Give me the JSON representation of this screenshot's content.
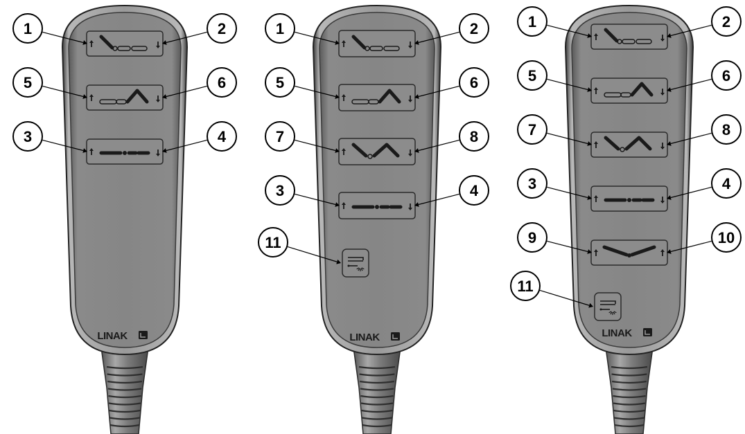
{
  "brand": "LINAK",
  "remotes": [
    {
      "id": "remote-a",
      "buttons": [
        {
          "symbol": "backrest",
          "left": "1",
          "right": "2",
          "right_arrow": "down"
        },
        {
          "symbol": "legrest",
          "left": "5",
          "right": "6",
          "right_arrow": "down"
        },
        {
          "symbol": "height",
          "left": "3",
          "right": "4",
          "right_arrow": "down"
        }
      ],
      "light_button": null
    },
    {
      "id": "remote-b",
      "buttons": [
        {
          "symbol": "backrest",
          "left": "1",
          "right": "2",
          "right_arrow": "down"
        },
        {
          "symbol": "legrest",
          "left": "5",
          "right": "6",
          "right_arrow": "down"
        },
        {
          "symbol": "combined",
          "left": "7",
          "right": "8",
          "right_arrow": "down"
        },
        {
          "symbol": "height",
          "left": "3",
          "right": "4",
          "right_arrow": "down"
        }
      ],
      "light_button": {
        "label": "11",
        "icon": "underbed-light-icon"
      }
    },
    {
      "id": "remote-c",
      "buttons": [
        {
          "symbol": "backrest",
          "left": "1",
          "right": "2",
          "right_arrow": "down"
        },
        {
          "symbol": "legrest",
          "left": "5",
          "right": "6",
          "right_arrow": "down"
        },
        {
          "symbol": "combined",
          "left": "7",
          "right": "8",
          "right_arrow": "down"
        },
        {
          "symbol": "height",
          "left": "3",
          "right": "4",
          "right_arrow": "down"
        },
        {
          "symbol": "tilt",
          "left": "9",
          "right": "10",
          "right_arrow": "up"
        }
      ],
      "light_button": {
        "label": "11",
        "icon": "underbed-light-icon"
      }
    }
  ],
  "colors": {
    "body": "#858585",
    "body_dark": "#5f5f5f",
    "rim": "#a4a4a4",
    "button": "#8c8c8c",
    "symbol": "#1a1a1a",
    "callout_stroke": "#000000"
  }
}
